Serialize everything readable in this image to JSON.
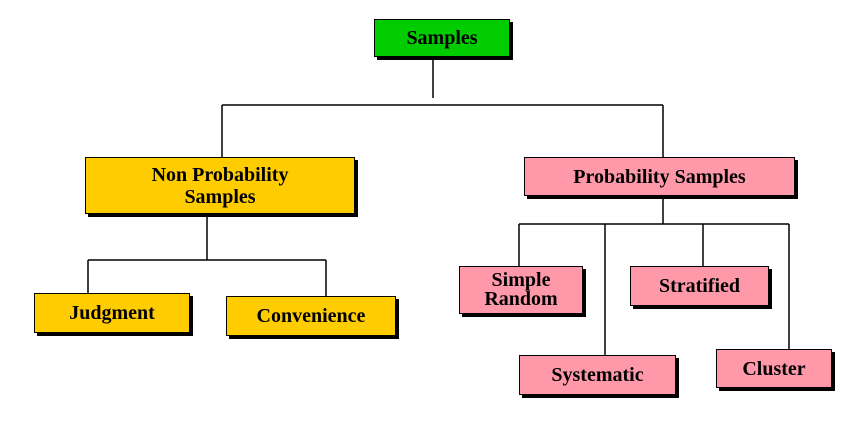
{
  "diagram": {
    "title": "Samples",
    "non_probability": {
      "label_line1": "Non Probability",
      "label_line2": "Samples",
      "children": [
        "Judgment",
        "Convenience"
      ]
    },
    "probability": {
      "label": "Probability Samples",
      "children": [
        "Simple Random",
        "Stratified",
        "Systematic",
        "Cluster"
      ]
    },
    "colors": {
      "root": "#00cc00",
      "non_probability": "#ffcc00",
      "probability": "#ff99aa",
      "line": "#000000"
    }
  }
}
